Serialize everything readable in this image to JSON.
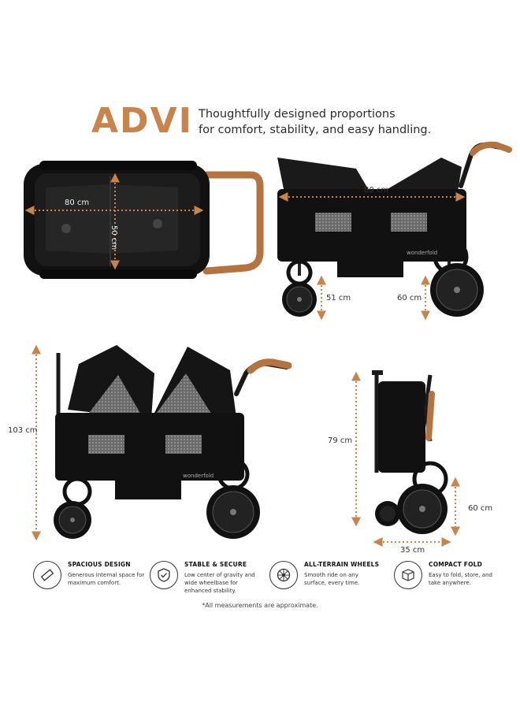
{
  "brand": {
    "name": "ADVI",
    "color": "#c8844a"
  },
  "tagline": [
    "Thoughtfully designed proportions",
    "for comfort, stability, and easy handling."
  ],
  "views": {
    "top": {
      "length": "80 cm",
      "width": "50 cm"
    },
    "side": {
      "length": "80 cm",
      "front_wheel_height": "51 cm",
      "rear_wheel_height": "60 cm",
      "logo": "wonderfold"
    },
    "front": {
      "height": "103 cm",
      "logo": "wonderfold"
    },
    "folded": {
      "height": "79 cm",
      "wheel_height": "60 cm",
      "depth": "35 cm"
    }
  },
  "features": [
    {
      "icon": "ruler-icon",
      "title": "SPACIOUS DESIGN",
      "desc": "Generous internal space for maximum comfort."
    },
    {
      "icon": "shield-check-icon",
      "title": "STABLE & SECURE",
      "desc": "Low center of gravity and wide wheelbase for enhanced stability."
    },
    {
      "icon": "wheel-icon",
      "title": "ALL-TERRAIN WHEELS",
      "desc": "Smooth ride on any surface, every time."
    },
    {
      "icon": "box-icon",
      "title": "COMPACT FOLD",
      "desc": "Easy to fold, store, and take anywhere."
    }
  ],
  "footnote": "*All measurements are approximate.",
  "colors": {
    "accent": "#c8844a",
    "frame": "#1a1a1a",
    "handle": "#b5733f"
  }
}
